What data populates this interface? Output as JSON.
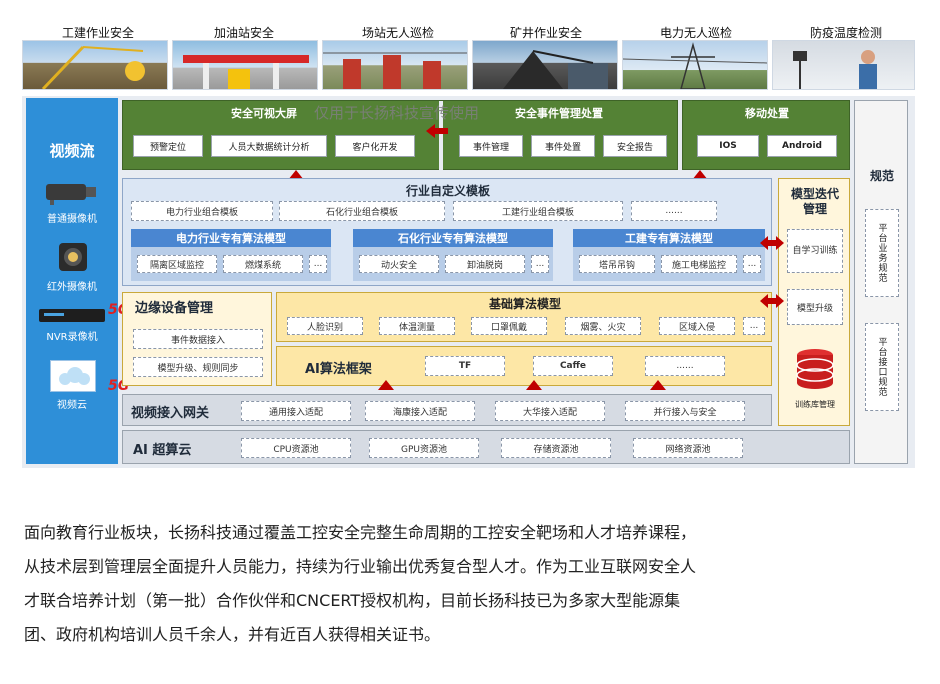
{
  "scenes": [
    {
      "label": "工建作业安全",
      "icon": "construction-site-photo"
    },
    {
      "label": "加油站安全",
      "icon": "gas-station-photo"
    },
    {
      "label": "场站无人巡检",
      "icon": "substation-photo"
    },
    {
      "label": "矿井作业安全",
      "icon": "mine-photo"
    },
    {
      "label": "电力无人巡检",
      "icon": "power-tower-photo"
    },
    {
      "label": "防疫温度检测",
      "icon": "thermal-check-photo"
    }
  ],
  "left_panel": {
    "title": "视频流",
    "devices": [
      "普通摄像机",
      "红外摄像机",
      "NVR录像机",
      "视频云"
    ],
    "badge_5g": "5G"
  },
  "top": {
    "screen_title": "安全可视大屏",
    "watermark": "仅用于长扬科技宣传使用",
    "screen_items": [
      "预警定位",
      "人员大数据统计分析",
      "客户化开发"
    ],
    "event_title": "安全事件管理处置",
    "event_items": [
      "事件管理",
      "事件处置",
      "安全报告"
    ],
    "mobile_title": "移动处置",
    "mobile_items": [
      "IOS",
      "Android"
    ]
  },
  "industry": {
    "title": "行业自定义模板",
    "templates": [
      "电力行业组合模板",
      "石化行业组合模板",
      "工建行业组合模板",
      "......"
    ],
    "models": [
      {
        "title": "电力行业专有算法模型",
        "items": [
          "隔离区域监控",
          "燃煤系统",
          "..."
        ]
      },
      {
        "title": "石化行业专有算法模型",
        "items": [
          "动火安全",
          "卸油脱岗",
          "..."
        ]
      },
      {
        "title": "工建专有算法模型",
        "items": [
          "塔吊吊钩",
          "施工电梯监控",
          "..."
        ]
      }
    ]
  },
  "edge": {
    "title": "边缘设备管理",
    "items": [
      "事件数据接入",
      "模型升级、规则同步"
    ]
  },
  "base_algo": {
    "title": "基础算法模型",
    "items": [
      "人脸识别",
      "体温测量",
      "口罩佩戴",
      "烟雾、火灾",
      "区域入侵",
      "..."
    ]
  },
  "ai_framework": {
    "title": "AI算法框架",
    "items": [
      "TF",
      "Caffe",
      "......"
    ]
  },
  "video_access": {
    "title": "视频接入网关",
    "items": [
      "通用接入适配",
      "海康接入适配",
      "大华接入适配",
      "并行接入与安全"
    ]
  },
  "ai_cloud": {
    "title": "AI 超算云",
    "items": [
      "CPU资源池",
      "GPU资源池",
      "存储资源池",
      "网络资源池"
    ]
  },
  "model_iter": {
    "title": "模型迭代管理",
    "items": [
      "自学习训练",
      "模型升级"
    ],
    "db_label": "训练库管理"
  },
  "spec": {
    "title": "规范",
    "items": [
      "平台业务规范",
      "平台接口规范"
    ]
  },
  "colors": {
    "green": "#548235",
    "blue": "#2e8fd8",
    "light_blue": "#dbe6f4",
    "yellow": "#fde7a6",
    "red_arrow": "#c00000"
  },
  "paragraph": [
    "面向教育行业板块，长扬科技通过覆盖工控安全完整生命周期的工控安全靶场和人才培养课程，",
    "从技术层到管理层全面提升人员能力，持续为行业输出优秀复合型人才。作为工业互联网安全人",
    "才联合培养计划（第一批）合作伙伴和CNCERT授权机构，目前长扬科技已为多家大型能源集",
    "团、政府机构培训人员千余人，并有近百人获得相关证书。"
  ]
}
